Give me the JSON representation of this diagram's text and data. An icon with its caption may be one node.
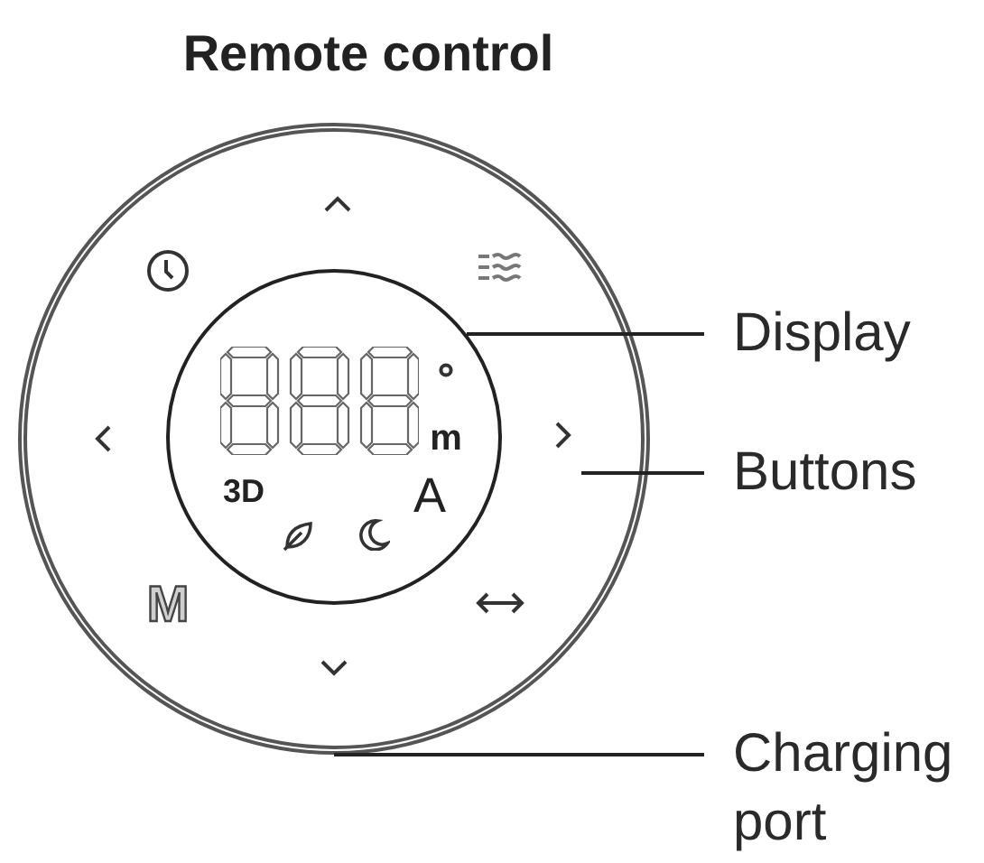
{
  "diagram": {
    "title": "Remote control",
    "nodes": [
      {
        "text": [],
        "shape": "circle"
      },
      {
        "text": [],
        "shape": "circle",
        "in": 0
      },
      {
        "text": [
          "Display"
        ]
      },
      {
        "text": [
          "Buttons"
        ]
      },
      {
        "text": [
          "Charging port"
        ]
      }
    ],
    "edges": [
      {
        "from": 2,
        "to": 1,
        "arrow": "none"
      },
      {
        "from": 3,
        "to": null,
        "arrow": "none"
      },
      {
        "from": 4,
        "to": 0,
        "arrow": "none"
      }
    ],
    "labels": [
      "m",
      "3D",
      "A",
      "M"
    ]
  }
}
